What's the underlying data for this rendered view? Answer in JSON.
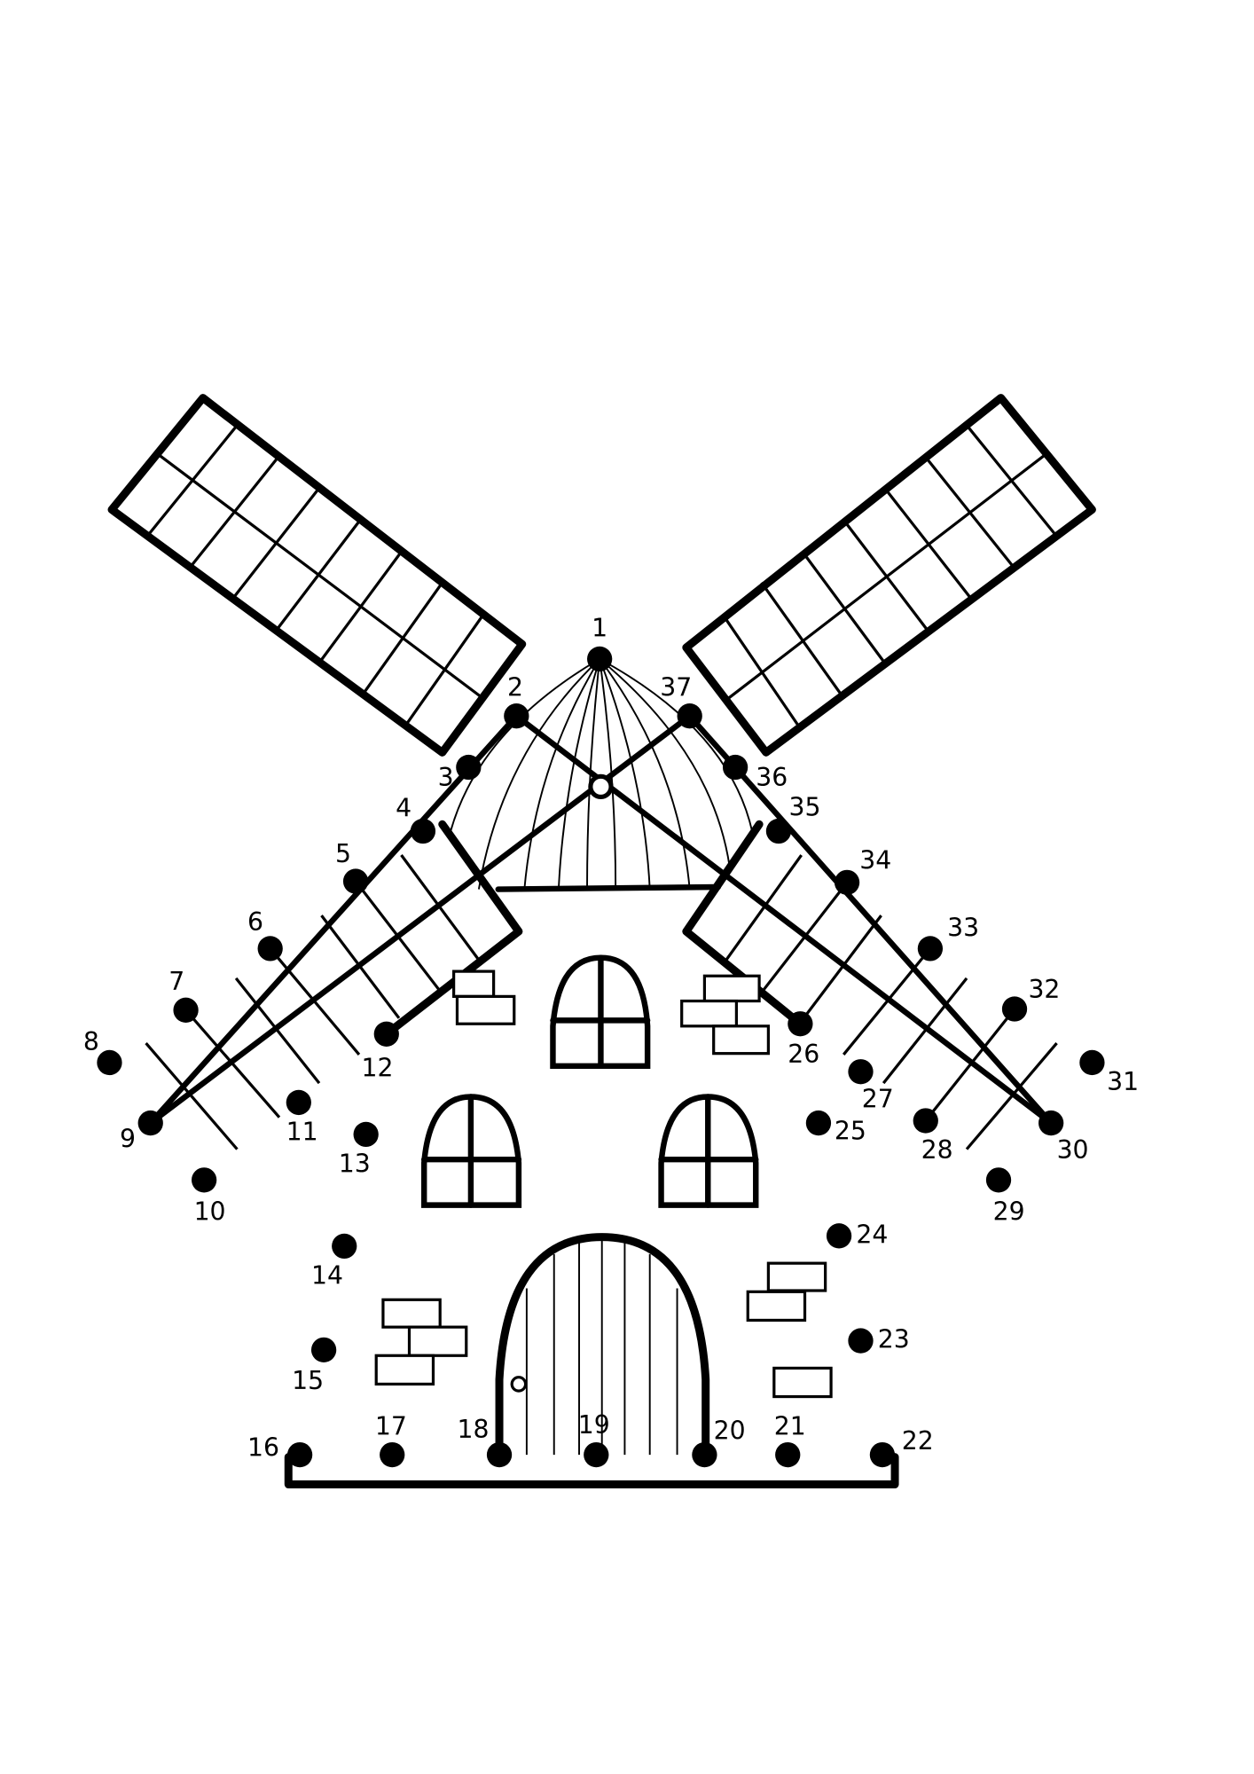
{
  "worksheet": {
    "type": "connect-the-dots",
    "subject": "windmill",
    "dot_color": "#000000",
    "line_color": "#000000",
    "dots": [
      {
        "n": "1"
      },
      {
        "n": "2"
      },
      {
        "n": "3"
      },
      {
        "n": "4"
      },
      {
        "n": "5"
      },
      {
        "n": "6"
      },
      {
        "n": "7"
      },
      {
        "n": "8"
      },
      {
        "n": "9"
      },
      {
        "n": "10"
      },
      {
        "n": "11"
      },
      {
        "n": "12"
      },
      {
        "n": "13"
      },
      {
        "n": "14"
      },
      {
        "n": "15"
      },
      {
        "n": "16"
      },
      {
        "n": "17"
      },
      {
        "n": "18"
      },
      {
        "n": "19"
      },
      {
        "n": "20"
      },
      {
        "n": "21"
      },
      {
        "n": "22"
      },
      {
        "n": "23"
      },
      {
        "n": "24"
      },
      {
        "n": "25"
      },
      {
        "n": "26"
      },
      {
        "n": "27"
      },
      {
        "n": "28"
      },
      {
        "n": "29"
      },
      {
        "n": "30"
      },
      {
        "n": "31"
      },
      {
        "n": "32"
      },
      {
        "n": "33"
      },
      {
        "n": "34"
      },
      {
        "n": "35"
      },
      {
        "n": "36"
      },
      {
        "n": "37"
      }
    ]
  }
}
